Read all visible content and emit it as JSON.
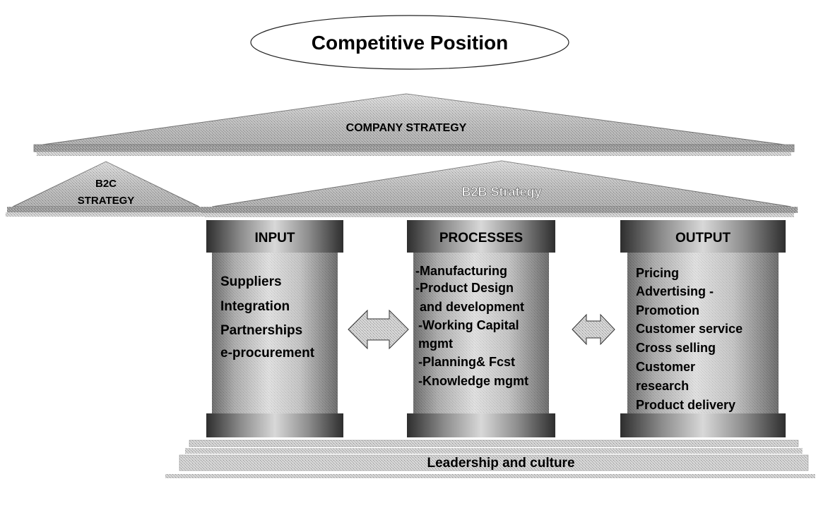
{
  "title": "Competitive Position",
  "company_roof": {
    "label": "COMPANY STRATEGY"
  },
  "b2c_roof": {
    "line1": "B2C",
    "line2": "STRATEGY"
  },
  "b2b_roof": {
    "label": "B2B Strategy"
  },
  "pillars": [
    {
      "id": "input",
      "header": "INPUT",
      "items": [
        "Suppliers",
        "Integration",
        "Partnerships",
        "e-procurement"
      ]
    },
    {
      "id": "processes",
      "header": "PROCESSES",
      "items": [
        "-Manufacturing",
        "-Product Design",
        "and development",
        "-Working Capital",
        "mgmt",
        "-Planning& Fcst",
        "-Knowledge mgmt"
      ]
    },
    {
      "id": "output",
      "header": "OUTPUT",
      "items": [
        "Pricing",
        "Advertising -",
        "Promotion",
        "Customer  service",
        "Cross selling",
        "Customer",
        "research",
        "Product delivery"
      ]
    }
  ],
  "foundation": {
    "label": "Leadership and culture"
  },
  "colors": {
    "stone_light": "#d9d9d9",
    "stone_mid": "#a8a8a8",
    "stone_dark": "#4a4a4a",
    "text": "#000000"
  }
}
